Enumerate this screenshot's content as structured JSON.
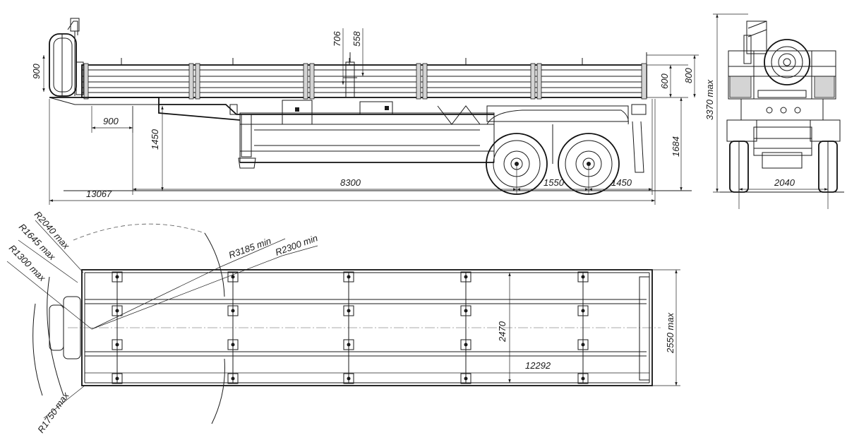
{
  "colors": {
    "ink": "#1a1a1a",
    "paper": "#ffffff"
  },
  "side_view": {
    "dims": {
      "overall_length": "13067",
      "wheelbase": "8300",
      "axle_spacing": "1550",
      "rear_overhang": "1450",
      "front_offset": "900",
      "front_height": "900",
      "kingpin_height": "1450",
      "deck_height": "1684",
      "side_height_600": "600",
      "side_height_800": "800",
      "stake_706": "706",
      "stake_558": "558"
    }
  },
  "rear_view": {
    "dims": {
      "overall_height": "3370 max",
      "track_width": "2040"
    }
  },
  "top_view": {
    "dims": {
      "r_2040": "R2040 max",
      "r_1645": "R1645 max",
      "r_1300": "R1300 max",
      "r_1750": "R1750 max",
      "r_3185": "R3185 min",
      "r_2300": "R2300 min",
      "inner_width": "2470",
      "overall_width": "2550 max",
      "deck_length": "12292"
    }
  }
}
